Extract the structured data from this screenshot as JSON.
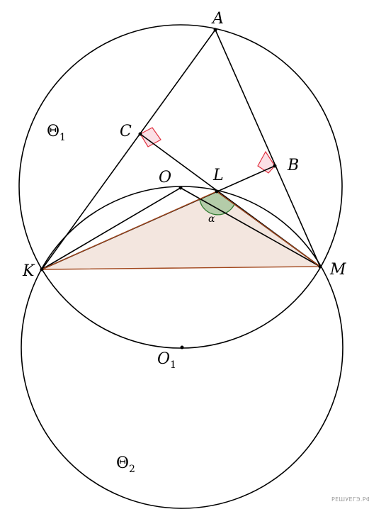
{
  "figure": {
    "points": {
      "A": "A",
      "B": "B",
      "C": "C",
      "O": "O",
      "L": "L",
      "K": "K",
      "M": "M",
      "O1_base": "O",
      "O1_sub": "1"
    },
    "circles": {
      "theta1_base": "Θ",
      "theta1_sub": "1",
      "theta2_base": "Θ",
      "theta2_sub": "2"
    },
    "angle_label": "α",
    "watermark": "РЕШУЕГЭ.РФ"
  },
  "colors": {
    "triangle_fill": "#f3e6df",
    "triangle_edge": "#a0451a",
    "angle_fill": "#a8c7a0",
    "angle_arc": "#2f7a2f",
    "right_angle_fill": "#fbe0e6",
    "right_angle_edge": "#e0303f"
  }
}
